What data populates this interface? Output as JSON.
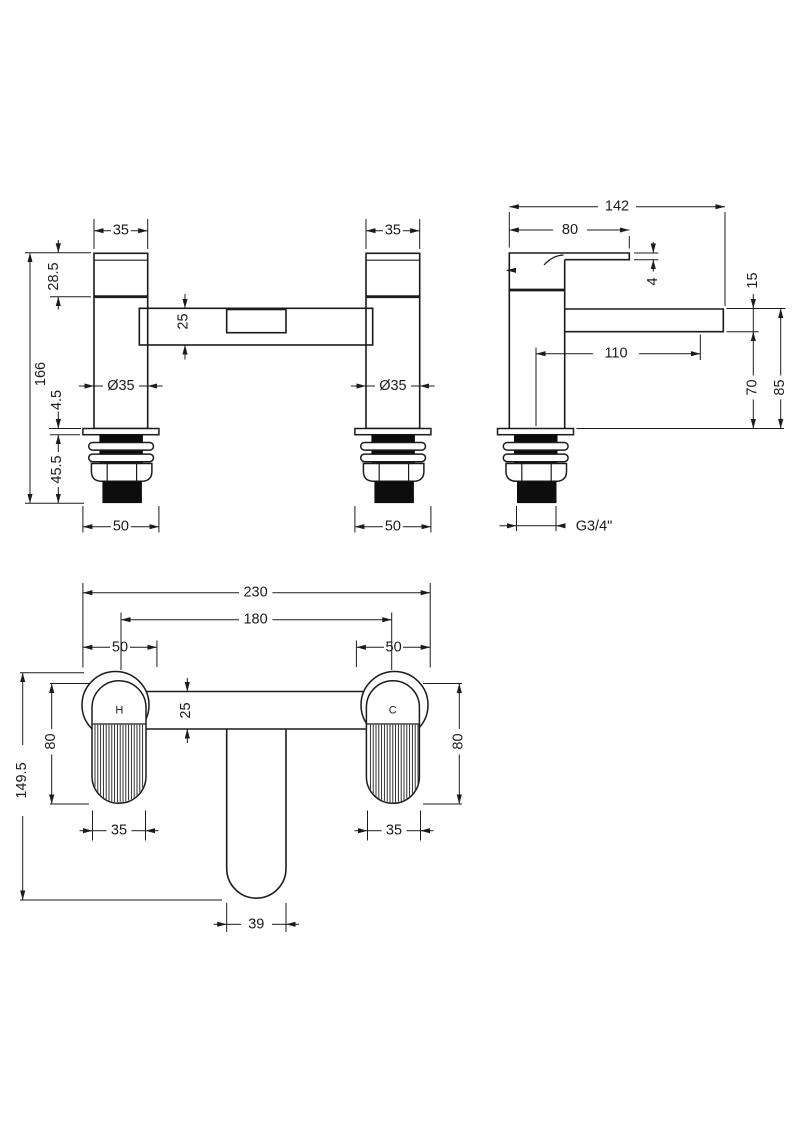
{
  "front_view": {
    "pillar_width_left": "35",
    "pillar_width_right": "35",
    "handle_height": "28.5",
    "overall_height": "166",
    "crossbar_height": "25",
    "body_diameter_left": "Ø35",
    "body_diameter_right": "Ø35",
    "flange_height": "4.5",
    "tail_length": "45.5",
    "flange_width_left": "50",
    "flange_width_right": "50"
  },
  "side_view": {
    "overall_depth": "142",
    "handle_reach": "80",
    "lever_thickness": "4",
    "spout_height": "15",
    "spout_reach": "110",
    "spout_underside_height": "70",
    "spout_top_height": "85",
    "thread_size": "G3/4\""
  },
  "plan_view": {
    "overall_width": "230",
    "tap_hole_centres": "180",
    "edge_to_centre_left": "50",
    "edge_to_centre_right": "50",
    "crossbar_width": "25",
    "handle_length_left": "80",
    "handle_length_right": "80",
    "overall_projection": "149.5",
    "handle_width_left": "35",
    "handle_width_right": "35",
    "spout_width": "39",
    "hot_label": "H",
    "cold_label": "C"
  },
  "colors": {
    "line": "#1b1b1b",
    "fill": "#0d0d0d",
    "background": "#ffffff"
  }
}
